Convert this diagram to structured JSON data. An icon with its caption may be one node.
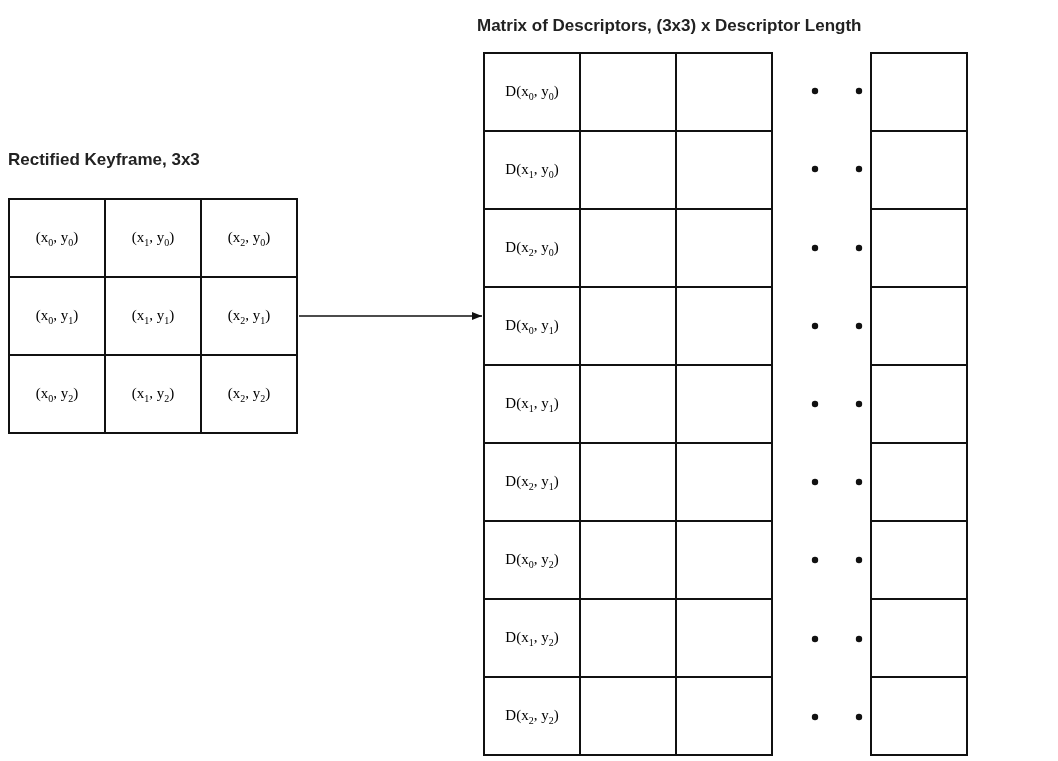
{
  "diagram": {
    "nodes": [
      {
        "text": [
          "Rectified Keyframe, 3x3"
        ]
      },
      {
        "text": [
          "Matrix of Descriptors, (3x3) x Descriptor Length"
        ]
      }
    ],
    "edges": [
      {
        "from": 0,
        "to": 1,
        "arrow": "to"
      }
    ],
    "labels": [
      "(x$_{0}$, y$_{0}$)",
      "(x$_{1}$, y$_{0}$)",
      "(x$_{2}$, y$_{0}$)",
      "(x$_{0}$, y$_{1}$)",
      "(x$_{1}$, y$_{1}$)",
      "(x$_{2}$, y$_{1}$)",
      "(x$_{0}$, y$_{2}$)",
      "(x$_{1}$, y$_{2}$)",
      "(x$_{2}$, y$_{2}$)",
      "D(x$_{0}$, y$_{0}$)",
      "D(x$_{1}$, y$_{0}$)",
      "D(x$_{2}$, y$_{0}$)",
      "D(x$_{0}$, y$_{1}$)",
      "D(x$_{1}$, y$_{1}$)",
      "D(x$_{2}$, y$_{1}$)",
      "D(x$_{0}$, y$_{2}$)",
      "D(x$_{1}$, y$_{2}$)",
      "D(x$_{2}$, y$_{2}$)"
    ]
  }
}
